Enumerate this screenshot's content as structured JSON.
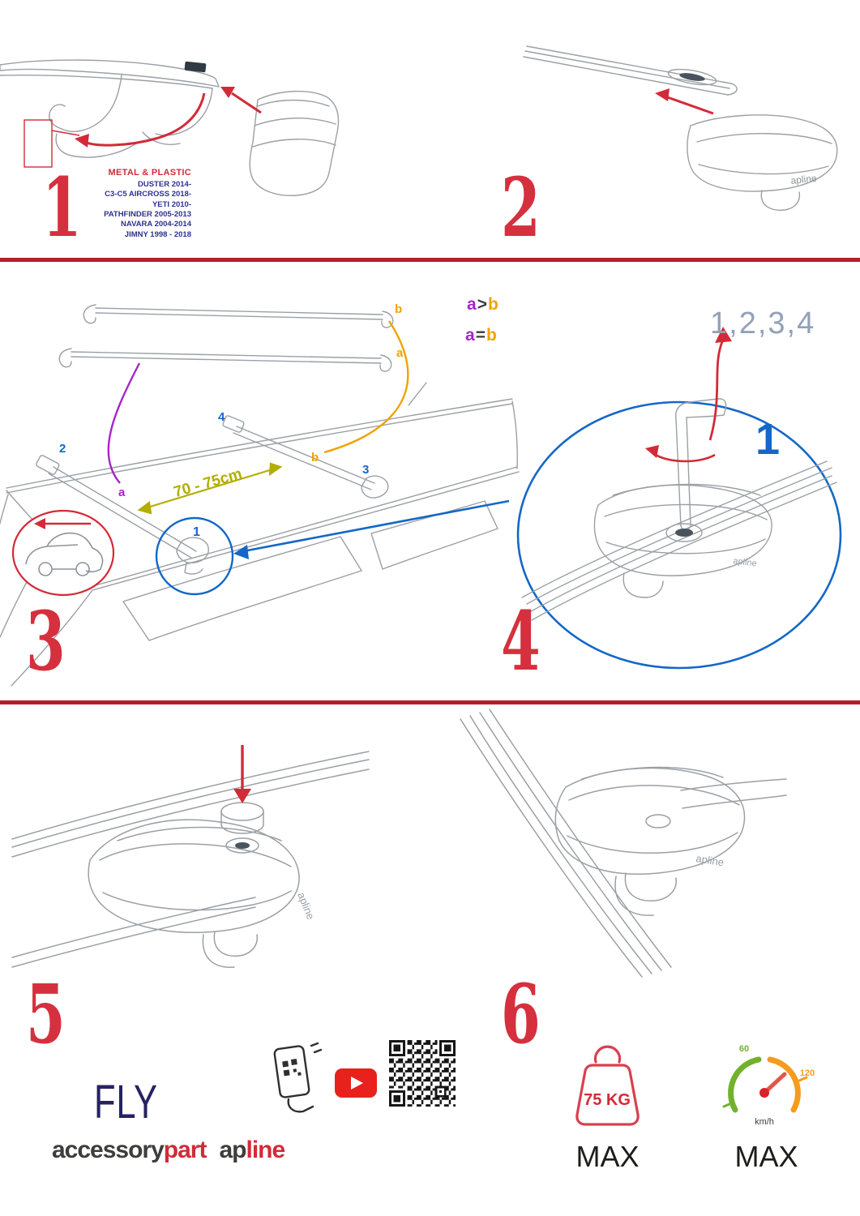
{
  "colors": {
    "accent_red": "#d22b38",
    "step_number_red": "#d5303e",
    "blue": "#1467c8",
    "purple": "#a426c9",
    "orange": "#f0a300",
    "olive": "#b3ae00",
    "navy": "#2e3192",
    "brand_dark": "#3d3d3b",
    "sequence_gray": "#93a1b8",
    "youtube_red": "#e8211d",
    "speed_green": "#72b12e",
    "speed_orange": "#f59b1e"
  },
  "product_logo": "apline",
  "steps": {
    "s1": {
      "number": "1",
      "material": "METAL & PLASTIC",
      "models": [
        "DUSTER 2014-",
        "C3-C5 AIRCROSS 2018-",
        "YETI 2010-",
        "PATHFINDER 2005-2013",
        "NAVARA 2004-2014",
        "JIMNY 1998 - 2018"
      ]
    },
    "s2": {
      "number": "2"
    },
    "s3": {
      "number": "3",
      "distance": "70 - 75cm",
      "bar_labels": {
        "top": "b",
        "bottom": "a"
      },
      "roof_labels": {
        "front": "a",
        "rear": "b"
      },
      "positions": {
        "p1": "1",
        "p2": "2",
        "p3": "3",
        "p4": "4"
      },
      "rule_greater": {
        "a": "a",
        "op": ">",
        "b": "b"
      },
      "rule_equal": {
        "a": "a",
        "op": "=",
        "b": "b"
      }
    },
    "s4": {
      "number": "4",
      "sequence": "1,2,3,4",
      "highlight": "1"
    },
    "s5": {
      "number": "5"
    },
    "s6": {
      "number": "6"
    }
  },
  "footer": {
    "fly": "FLY",
    "brand_accessory": {
      "dark": "accessory",
      "red": "part"
    },
    "brand_apline": {
      "dark": "ap",
      "red": "line"
    },
    "weight": {
      "value": "75 KG",
      "max": "MAX"
    },
    "speed": {
      "low": "60",
      "high": "120",
      "unit": "km/h",
      "max": "MAX"
    }
  }
}
